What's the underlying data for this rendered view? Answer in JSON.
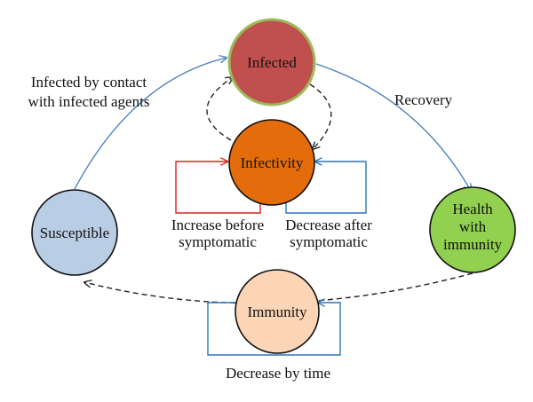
{
  "nodes": {
    "infected": {
      "lines": [
        "Infected"
      ],
      "fill": "#c0504d"
    },
    "infectivity": {
      "lines": [
        "Infectivity"
      ],
      "fill": "#e46c0a"
    },
    "susceptible": {
      "lines": [
        "Susceptible"
      ],
      "fill": "#b9cde5"
    },
    "health_immunity": {
      "lines": [
        "Health",
        "with",
        "immunity"
      ],
      "fill": "#92d050"
    },
    "immunity": {
      "lines": [
        "Immunity"
      ],
      "fill": "#fbd5b5"
    }
  },
  "edge_labels": {
    "contact": [
      "Infected by contact",
      "with infected agents"
    ],
    "recovery": "Recovery",
    "increase": [
      "Increase before",
      "symptomatic"
    ],
    "decrease": [
      "Decrease after",
      "symptomatic"
    ],
    "decrease_time": "Decrease by time"
  },
  "colors": {
    "blue_arrow": "#4f81bd",
    "red_loop": "#e0211c",
    "blue_loop": "#2e75b6",
    "dashed": "#222222",
    "node_stroke": "#111111",
    "infected_ring": "#9bbb59"
  }
}
